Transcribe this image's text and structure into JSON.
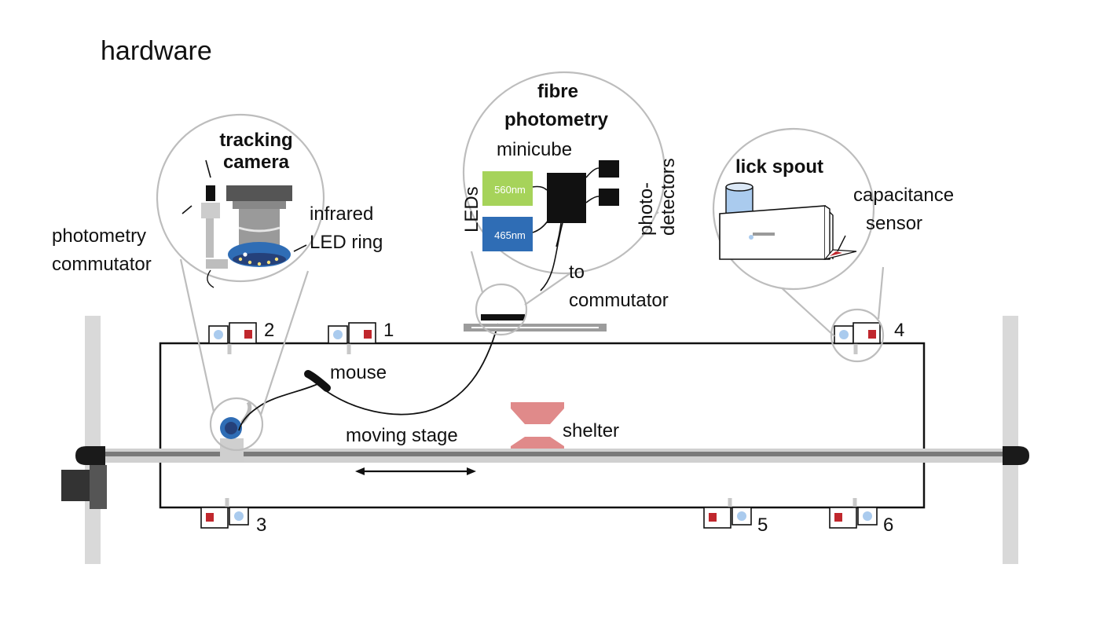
{
  "title": "hardware",
  "labels": {
    "tracking_camera_l1": "tracking",
    "tracking_camera_l2": "camera",
    "infrared_l1": "infrared",
    "infrared_l2": "LED ring",
    "photometry_l1": "photometry",
    "photometry_l2": "commutator",
    "fibre_l1": "fibre",
    "fibre_l2": "photometry",
    "minicube": "minicube",
    "leds": "LEDs",
    "led_560": "560nm",
    "led_465": "465nm",
    "photodetectors_l1": "photo-",
    "photodetectors_l2": "detectors",
    "to_l1": "to",
    "to_l2": "commutator",
    "lick_spout": "lick spout",
    "capacitance_l1": "capacitance",
    "capacitance_l2": "sensor",
    "mouse": "mouse",
    "moving_stage": "moving stage",
    "shelter": "shelter"
  },
  "ports": {
    "p1": "1",
    "p2": "2",
    "p3": "3",
    "p4": "4",
    "p5": "5",
    "p6": "6"
  },
  "colors": {
    "led_560": "#a6d35a",
    "led_465": "#2f6db5",
    "shelter": "#e08a8a",
    "water": "#aacbee",
    "port_red": "#c0272d",
    "rail": "#d9d9d9"
  }
}
